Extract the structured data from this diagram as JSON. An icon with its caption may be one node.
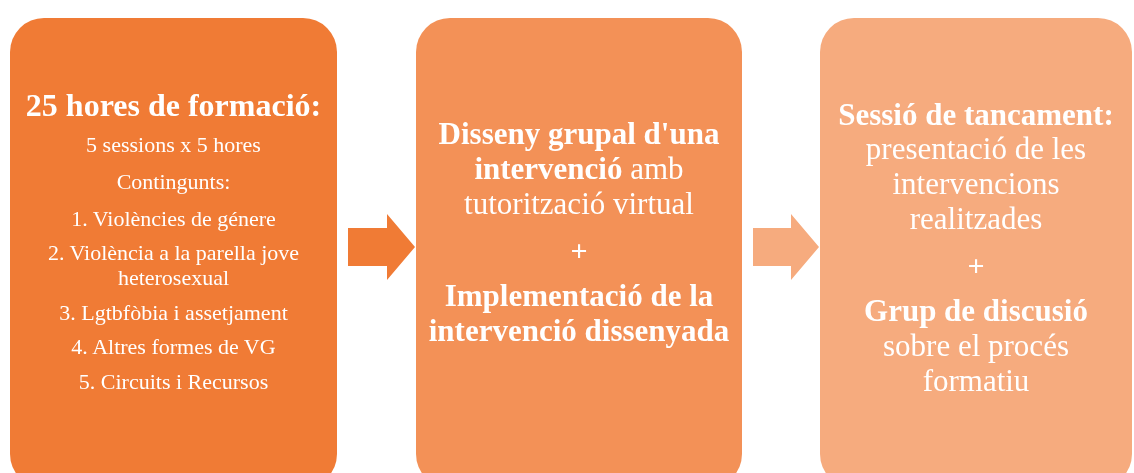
{
  "diagram": {
    "nodes": [
      {
        "text": [
          "25 hores de formació:",
          "5 sessions x 5 hores",
          "Contingunts:",
          "1. Violències de génere",
          "2. Violència a la parella jove heterosexual",
          "3. Lgtbfòbia i assetjament",
          "4. Altres formes de VG",
          "5. Circuits i Recursos"
        ]
      },
      {
        "text": [
          "**Disseny grupal d'una intervenció** amb tutorització virtual",
          "+",
          "Implementació de la intervenció dissenyada"
        ]
      },
      {
        "text": [
          "**Sessió de tancament:** presentació de les intervencions realitzades",
          "+",
          "**Grup de discusió** sobre el procés formatiu"
        ]
      }
    ],
    "edges": [
      {
        "from": 0,
        "to": 1,
        "arrow": "to",
        "color": "#f07b35"
      },
      {
        "from": 1,
        "to": 2,
        "arrow": "to",
        "color": "#f6ab7e"
      }
    ]
  }
}
